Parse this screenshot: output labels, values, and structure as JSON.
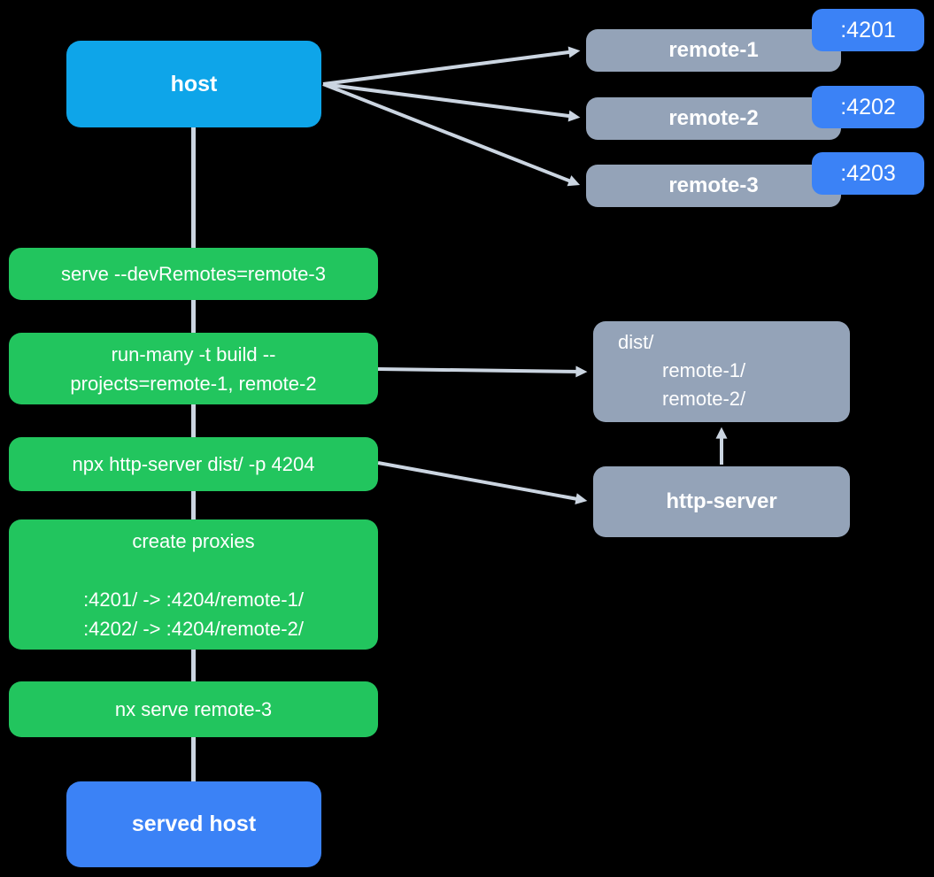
{
  "colors": {
    "background": "#000000",
    "host_box": "#0ea5e9",
    "served_host_box": "#3b82f6",
    "step_box": "#22c55e",
    "remote_box": "#94a3b8",
    "port_badge": "#3b82f6",
    "connector": "#cbd5e1",
    "text": "#ffffff"
  },
  "host": {
    "label": "host"
  },
  "served_host": {
    "label": "served host"
  },
  "remotes": [
    {
      "label": "remote-1",
      "port": ":4201"
    },
    {
      "label": "remote-2",
      "port": ":4202"
    },
    {
      "label": "remote-3",
      "port": ":4203"
    }
  ],
  "steps": [
    {
      "label": "serve --devRemotes=remote-3"
    },
    {
      "line1": "run-many -t build --",
      "line2": "projects=remote-1, remote-2"
    },
    {
      "label": "npx http-server dist/ -p 4204"
    },
    {
      "title": "create proxies",
      "rules": [
        ":4201/ -> :4204/remote-1/",
        ":4202/ -> :4204/remote-2/"
      ]
    },
    {
      "label": "nx serve remote-3"
    }
  ],
  "dist_box": {
    "title": "dist/",
    "entries": [
      "remote-1/",
      "remote-2/"
    ]
  },
  "http_server": {
    "label": "http-server"
  }
}
